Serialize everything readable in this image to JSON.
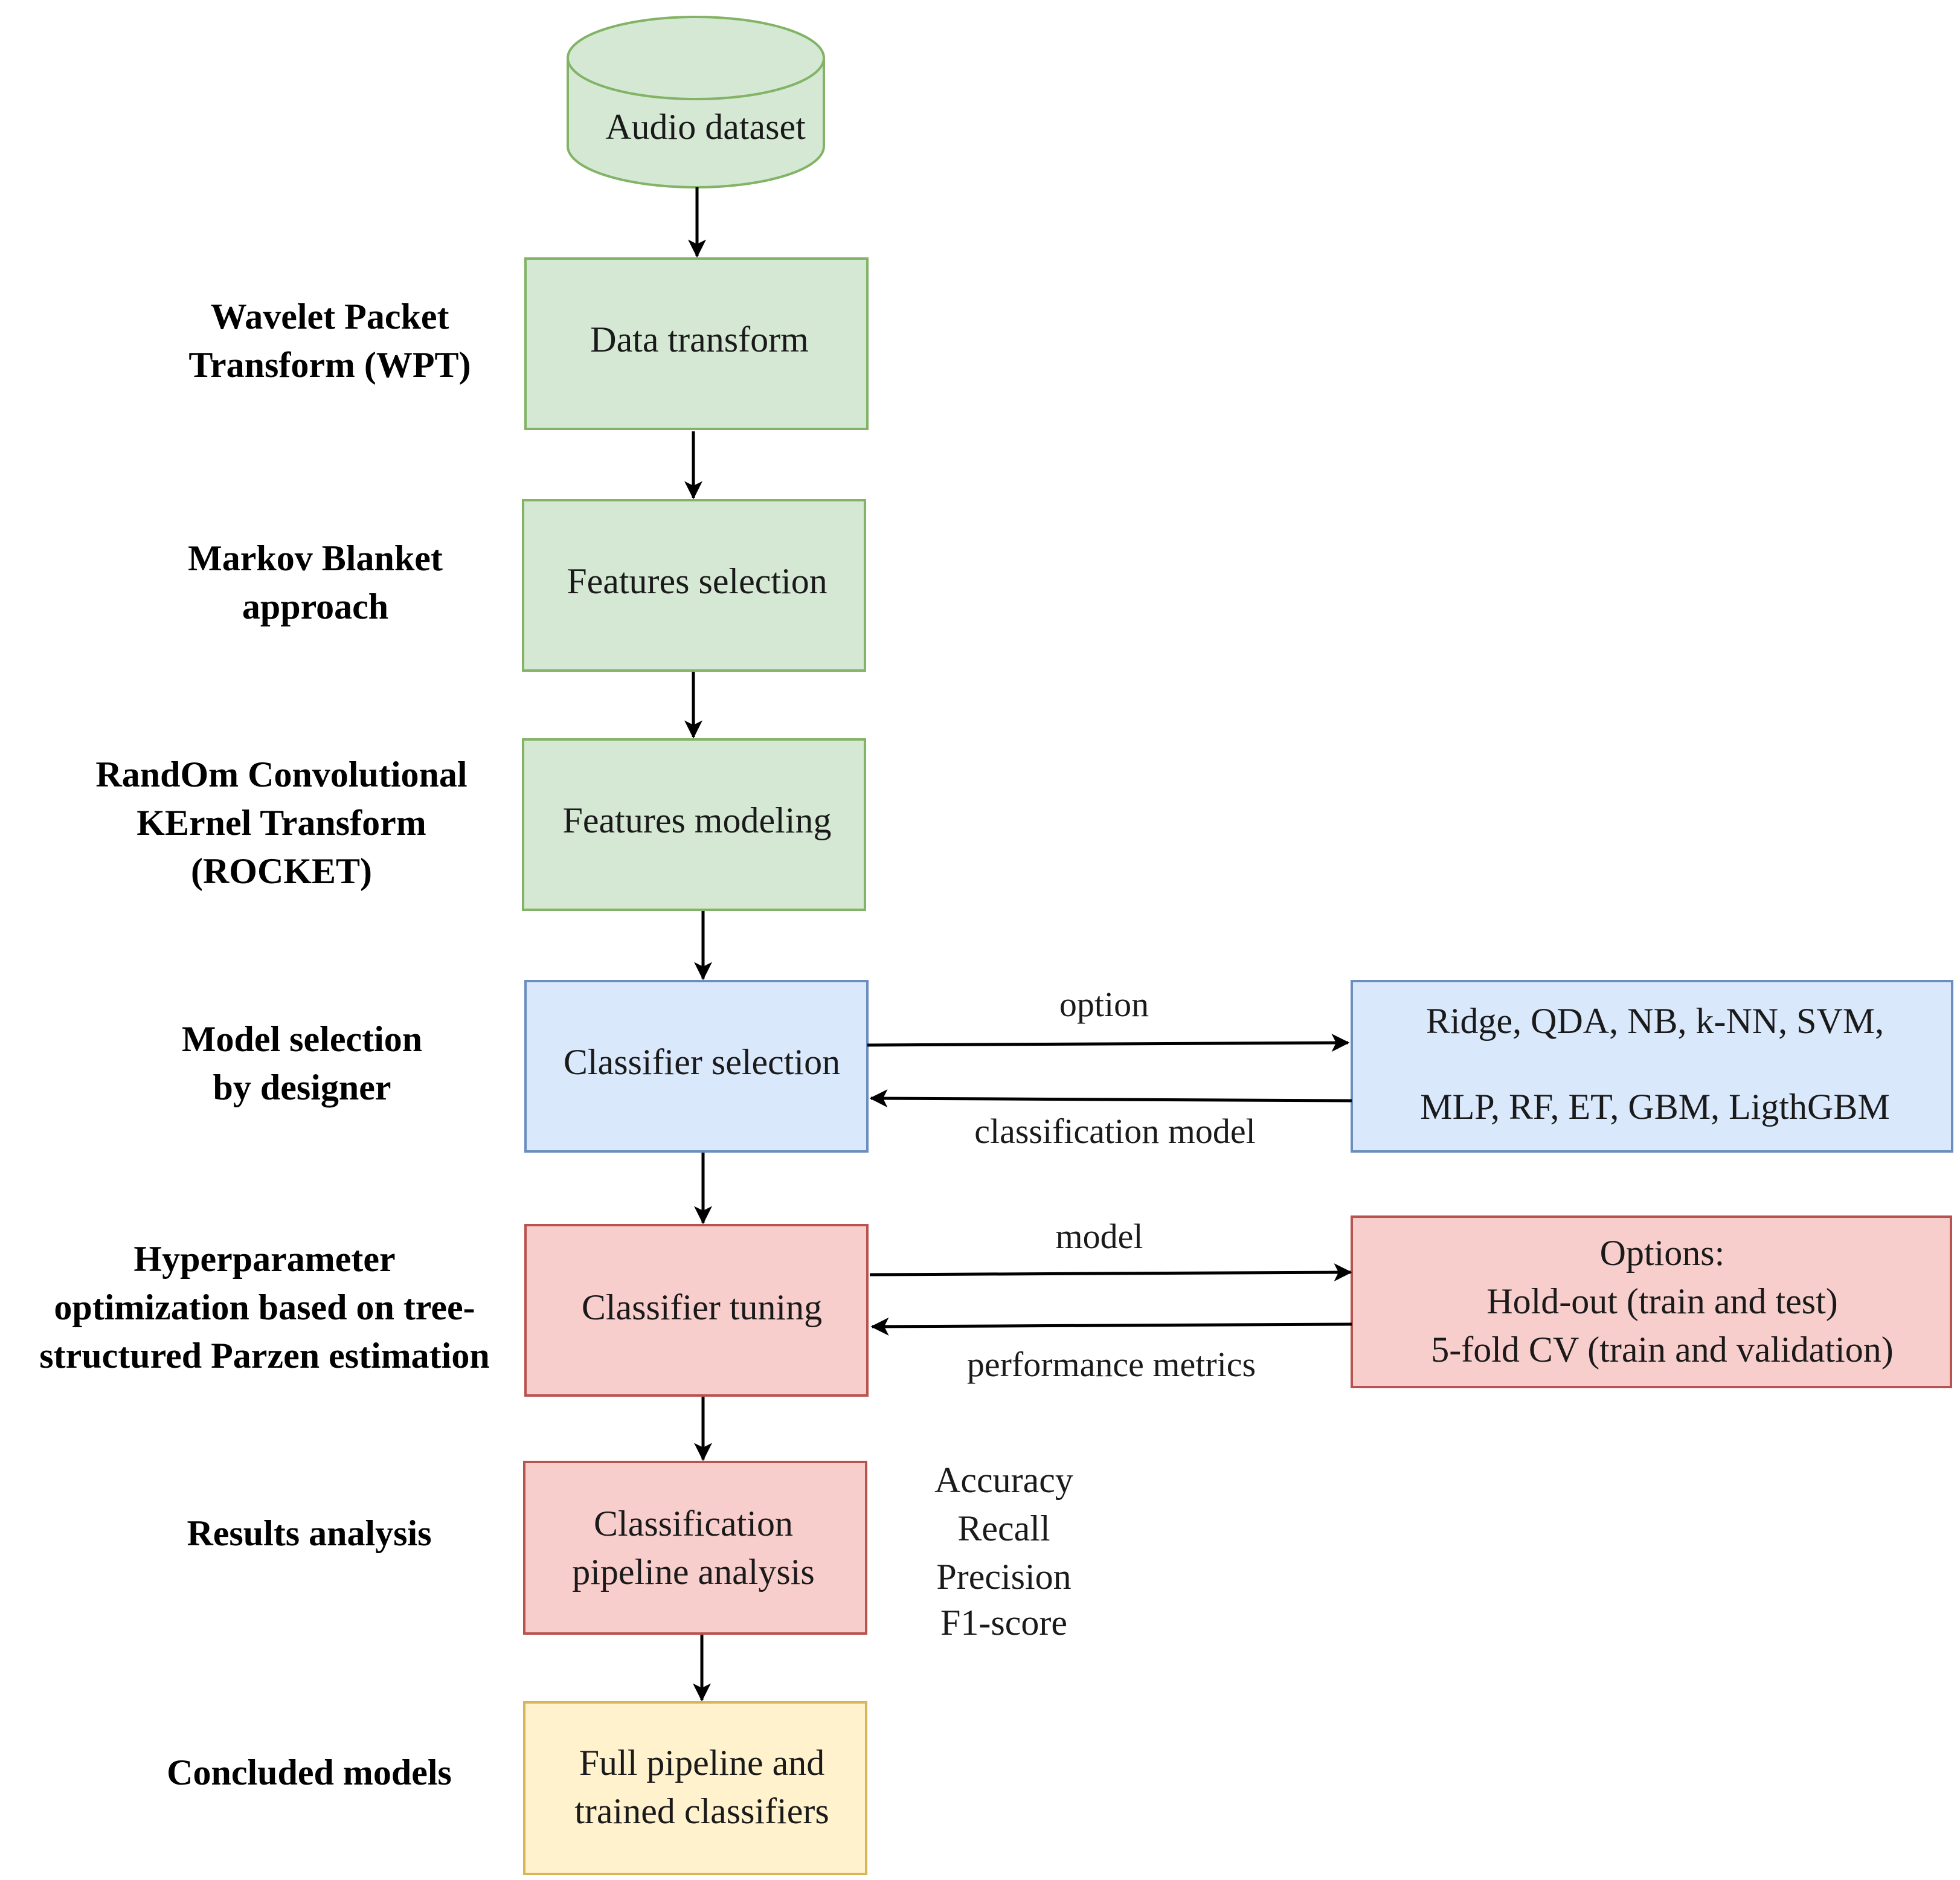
{
  "colors": {
    "green_fill": "#d5e8d4",
    "green_stroke": "#82b366",
    "blue_fill": "#dae8fc",
    "blue_stroke": "#6c8ebf",
    "red_fill": "#f8cecc",
    "red_stroke": "#b85450",
    "yellow_fill": "#fff2cc",
    "yellow_stroke": "#d6b656"
  },
  "nodes": {
    "audio_dataset": "Audio dataset",
    "data_transform": "Data transform",
    "features_selection": "Features selection",
    "features_modeling": "Features modeling",
    "classifier_selection": "Classifier selection",
    "classifier_options": [
      "Ridge, QDA, NB, k-NN, SVM,",
      "MLP, RF, ET, GBM, LigthGBM"
    ],
    "classifier_tuning": "Classifier tuning",
    "tuning_options": [
      "Options:",
      "Hold-out (train and test)",
      "5-fold CV (train and validation)"
    ],
    "pipeline_analysis": [
      "Classification",
      "pipeline analysis"
    ],
    "full_pipeline": [
      "Full pipeline and",
      "trained classifiers"
    ]
  },
  "stage_labels": {
    "wpt": [
      "Wavelet Packet",
      "Transform (WPT)"
    ],
    "markov": [
      "Markov Blanket",
      "approach"
    ],
    "rocket": [
      "RandOm Convolutional",
      "KErnel Transform",
      "(ROCKET)"
    ],
    "model_selection": [
      "Model selection",
      "by designer"
    ],
    "hyperparam": [
      "Hyperparameter",
      "optimization based on tree-",
      "structured Parzen estimation"
    ],
    "results": "Results analysis",
    "concluded": "Concluded models"
  },
  "edge_labels": {
    "option": "option",
    "classification_model": "classification model",
    "model": "model",
    "performance_metrics": "performance metrics"
  },
  "metrics": [
    "Accuracy",
    "Recall",
    "Precision",
    "F1-score"
  ]
}
